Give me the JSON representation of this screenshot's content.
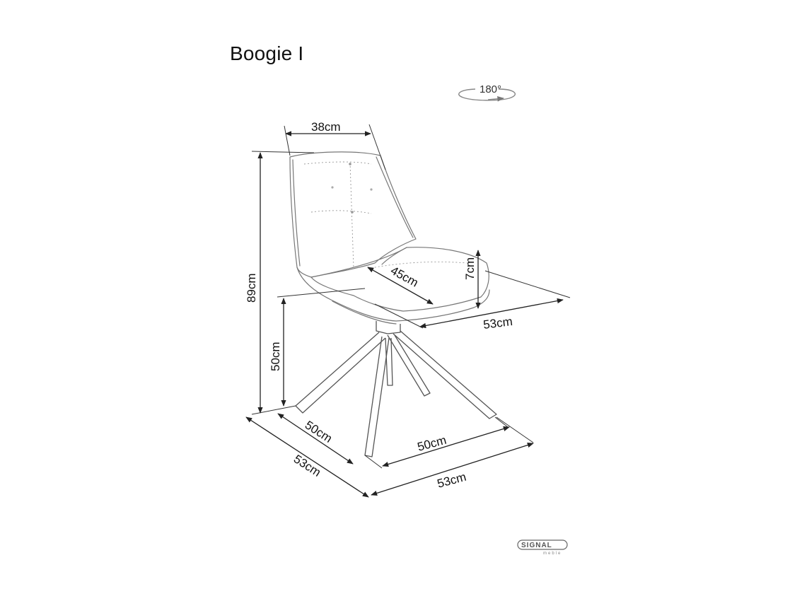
{
  "title": "Boogie I",
  "rotation": "180°",
  "dimensions": {
    "seat_width": "38cm",
    "total_height": "89cm",
    "seat_height": "50cm",
    "seat_depth": "45cm",
    "cushion_thickness": "7cm",
    "overall_depth": "53cm",
    "base_left": "50cm",
    "base_right": "50cm",
    "outer_left": "53cm",
    "outer_right": "53cm"
  },
  "logo": {
    "name": "SIGNAL",
    "sub": "meble"
  }
}
